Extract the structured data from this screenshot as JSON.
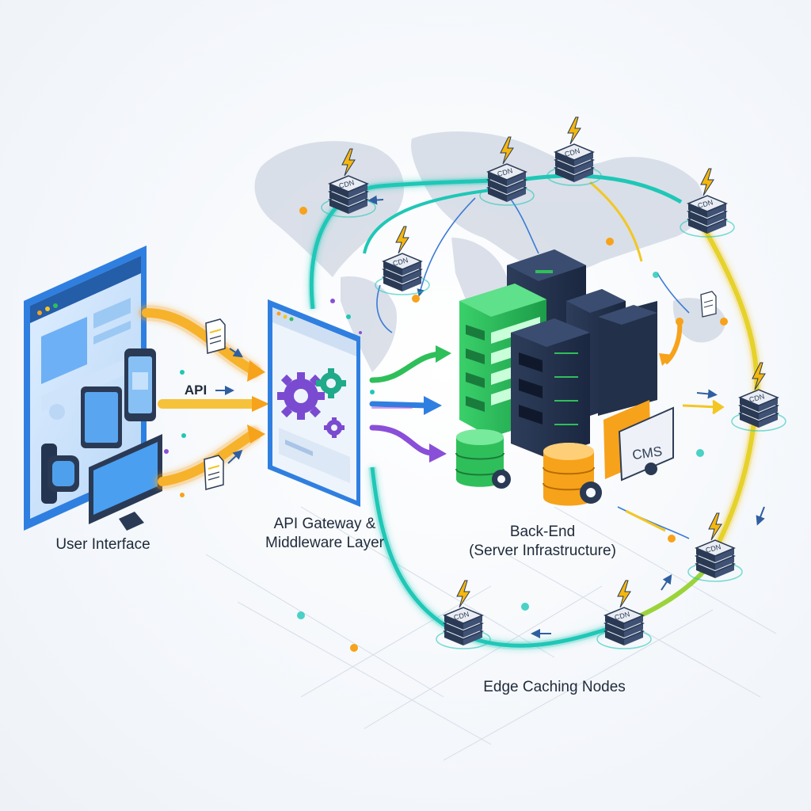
{
  "labels": {
    "user_interface": "User Interface",
    "api": "API",
    "gateway_line1": "API Gateway &",
    "gateway_line2": "Middleware Layer",
    "backend_line1": "Back-End",
    "backend_line2": "(Server Infrastructure)",
    "edge": "Edge Caching Nodes"
  },
  "node_label": "CDN",
  "cms_label": "CMS",
  "cdn_nodes": [
    "CDN",
    "CDN",
    "CDN",
    "CDN",
    "CDN",
    "CDN",
    "CDN",
    "CDN",
    "CDN"
  ],
  "colors": {
    "teal": "#1fc7b6",
    "yellow": "#f3c623",
    "orange": "#f7a21b",
    "blue": "#2f7fe0",
    "green": "#2fbf5a",
    "purple": "#8a4fd8",
    "navy": "#24324a",
    "lightning": "#f5b70f"
  },
  "icons": [
    "lightning-icon",
    "gear-icon",
    "document-icon",
    "server-rack-icon",
    "database-icon",
    "monitor-icon",
    "smartphone-icon",
    "tablet-icon",
    "smartwatch-icon",
    "world-map-icon"
  ]
}
